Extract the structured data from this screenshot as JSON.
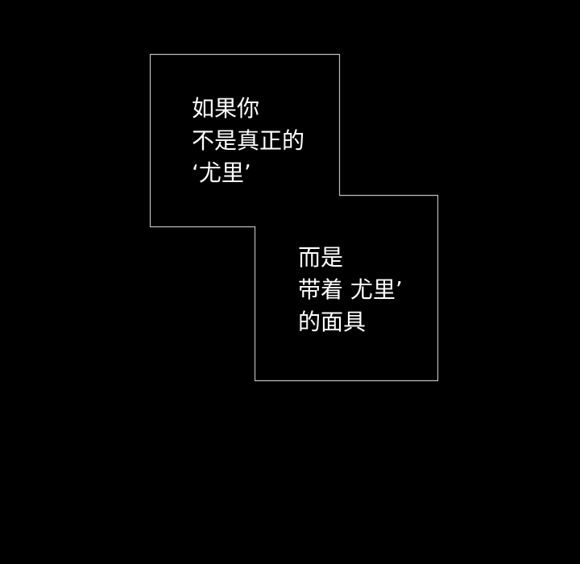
{
  "caption_1": {
    "lines": [
      "如果你",
      "不是真正的",
      "‘尤里’"
    ]
  },
  "caption_2": {
    "lines": [
      "而是",
      "带着 尤里’",
      "的面具"
    ]
  },
  "colors": {
    "background": "#000000",
    "border": "#bdbdbd",
    "text": "#ffffff"
  }
}
